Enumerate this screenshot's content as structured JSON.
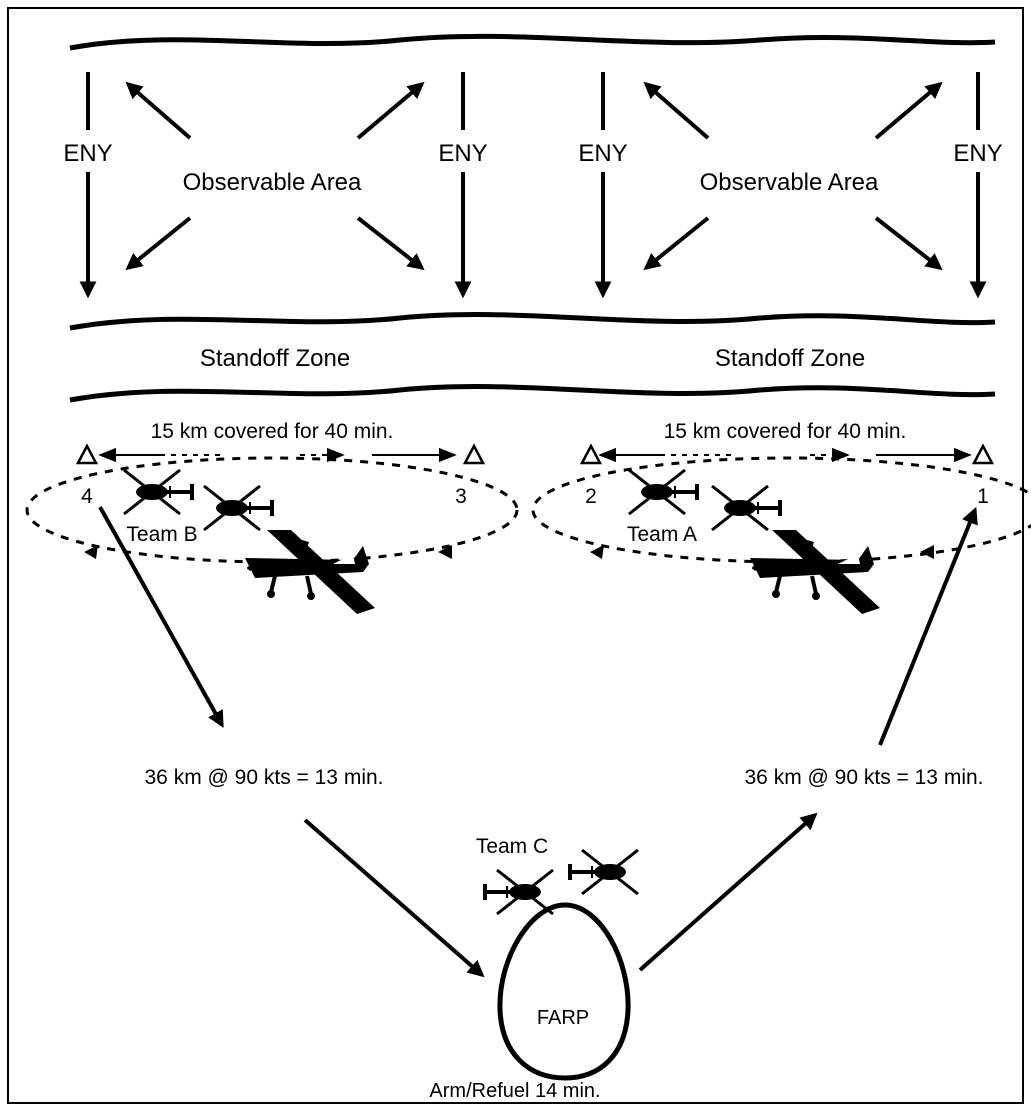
{
  "diagram": {
    "enemy_label": "ENY",
    "observable_area_label": "Observable Area",
    "standoff_zone_label": "Standoff Zone",
    "coverage_label": "15 km covered for 40 min.",
    "transit_label": "36 km @ 90 kts = 13 min.",
    "farp_label": "FARP",
    "arm_refuel_label": "Arm/Refuel 14 min.",
    "teams": {
      "team_a": "Team A",
      "team_b": "Team B",
      "team_c": "Team C"
    },
    "points": {
      "p1": "1",
      "p2": "2",
      "p3": "3",
      "p4": "4"
    }
  }
}
